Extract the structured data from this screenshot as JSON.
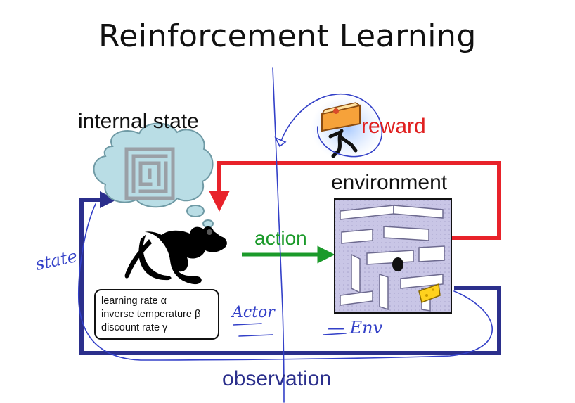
{
  "title": "Reinforcement Learning",
  "labels": {
    "internal_state": "internal state",
    "reward": "reward",
    "environment": "environment",
    "action": "action",
    "observation": "observation"
  },
  "agent_parameters": [
    "learning rate α",
    "inverse temperature β",
    "discount rate γ"
  ],
  "annotations": {
    "state": "state",
    "actor": "Actor",
    "env": "— Env"
  },
  "colors": {
    "reward_loop": "#e8222a",
    "observation_loop": "#2b2f8c",
    "action_arrow": "#1b9a2a",
    "ink": "#3340c8"
  },
  "icons": [
    "thought-cloud-icon",
    "maze-icon",
    "rat-icon",
    "cheese-runner-icon",
    "maze-environment-icon",
    "cheese-icon"
  ]
}
